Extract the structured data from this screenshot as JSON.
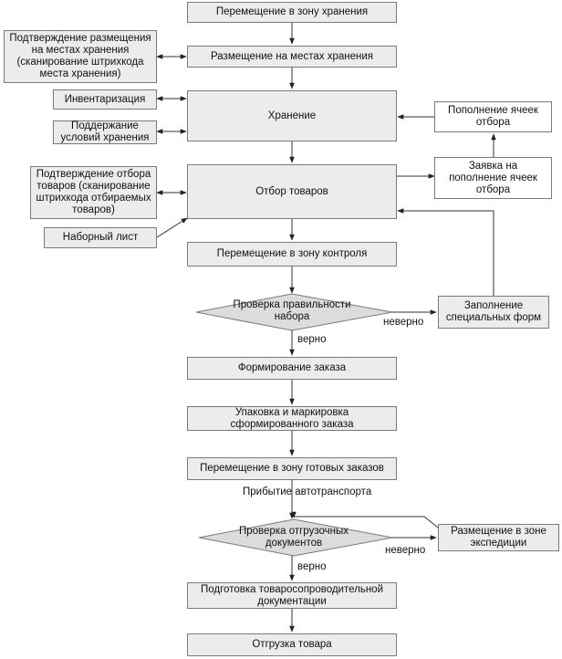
{
  "main": {
    "b1": "Перемещение в зону хранения",
    "b2": "Размещение на местах хранения",
    "b3": "Хранение",
    "b4": "Отбор товаров",
    "b5": "Перемещение в зону контроля",
    "d1": "Проверка правильности набора",
    "b6": "Формирование заказа",
    "b7": "Упаковка и маркировка сформированного заказа",
    "b8": "Перемещение в зону готовых заказов",
    "d2": "Проверка отгрузочных документов",
    "b9": "Подготовка товаросопроводительной документации",
    "b10": "Отгрузка товара"
  },
  "left": {
    "l1": "Подтверждение размещения на местах хранения (сканирование штрихкода места хранения)",
    "l2": "Инвентаризация",
    "l3": "Поддержание условий хранения",
    "l4": "Подтверждение отбора товаров (сканирование штрихкода отбираемых товаров)",
    "l5": "Наборный лист"
  },
  "right": {
    "r1": "Пополнение ячеек отбора",
    "r2": "Заявка на пополнение ячеек отбора",
    "r3": "Заполнение специальных форм",
    "r4": "Размещение в зоне экспедиции"
  },
  "labels": {
    "yes1": "верно",
    "no1": "неверно",
    "arrival": "Прибытие автотранспорта",
    "no2": "неверно",
    "yes2": "верно"
  }
}
